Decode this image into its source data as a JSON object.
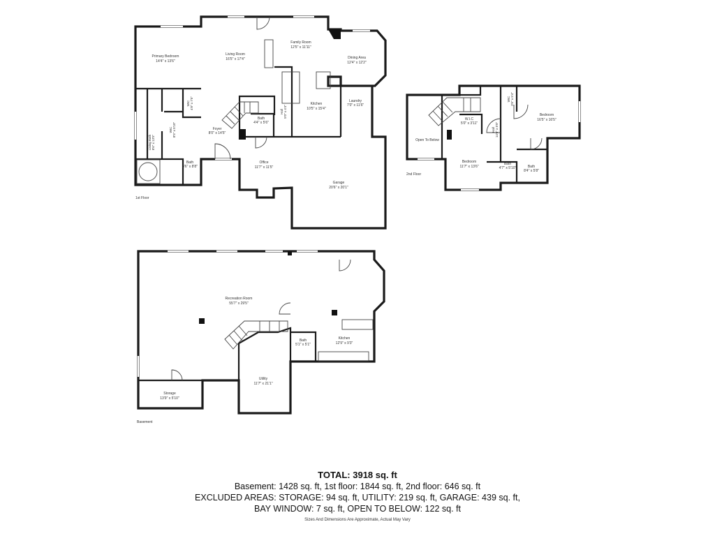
{
  "floors": {
    "first": {
      "label": "1st Floor",
      "rooms": {
        "primary_bedroom": {
          "name": "Primary Bedroom",
          "dims": "14'4\" x 13'6\""
        },
        "living_room": {
          "name": "Living Room",
          "dims": "16'5\" x 17'4\""
        },
        "family_room": {
          "name": "Family Room",
          "dims": "12'5\" x 11'11\""
        },
        "dining_area": {
          "name": "Dining Area",
          "dims": "12'4\" x 12'2\""
        },
        "kitchen": {
          "name": "Kitchen",
          "dims": "10'5\" x 15'4\""
        },
        "laundry": {
          "name": "Laundry",
          "dims": "7'0\" x 11'6\""
        },
        "foyer": {
          "name": "Foyer",
          "dims": "8'0\" x 14'5\""
        },
        "bath_half": {
          "name": "Bath",
          "dims": "4'4\" x 5'6\""
        },
        "office": {
          "name": "Office",
          "dims": "11'7\" x 11'5\""
        },
        "garage": {
          "name": "Garage",
          "dims": "20'6\" x 20'1\""
        },
        "bath_primary": {
          "name": "Bath",
          "dims": "3'6\" x 8'8\""
        },
        "wic_a": {
          "name": "WIC",
          "dims": "8'5\" x 5'10\""
        },
        "wic_b": {
          "name": "WIC",
          "dims": "4'8\" x 7'5\""
        },
        "living_bath": {
          "name": "Living Bath",
          "dims": "8'6\" x 13'5\""
        },
        "hall": {
          "name": "Hall",
          "dims": "5'0\" x 4'4\""
        }
      }
    },
    "second": {
      "label": "2nd Floor",
      "rooms": {
        "open_to_below": {
          "name": "Open To Below",
          "dims": ""
        },
        "bedroom_1": {
          "name": "Bedroom",
          "dims": "11'7\" x 13'6\""
        },
        "bedroom_2": {
          "name": "Bedroom",
          "dims": "16'5\" x 16'5\""
        },
        "wic": {
          "name": "W.I.C",
          "dims": "5'0\" x 3'11\""
        },
        "bath_1": {
          "name": "Bath",
          "dims": "4'7\" x 5'10\""
        },
        "bath_2": {
          "name": "Bath",
          "dims": "8'4\" x 5'8\""
        },
        "hall": {
          "name": "Hall",
          "dims": "14'6\" x 5'0\""
        },
        "wic_2": {
          "name": "WIC",
          "dims": "3'6\" x 5'4\""
        }
      }
    },
    "basement": {
      "label": "Basement",
      "rooms": {
        "recreation_room": {
          "name": "Recreation Room",
          "dims": "55'7\" x 29'5\""
        },
        "kitchen": {
          "name": "Kitchen",
          "dims": "12'9\" x 9'3\""
        },
        "bath": {
          "name": "Bath",
          "dims": "5'1\" x 5'1\""
        },
        "utility": {
          "name": "Utility",
          "dims": "11'7\" x 21'1\""
        },
        "storage": {
          "name": "Storage",
          "dims": "13'9\" x 5'10\""
        }
      }
    }
  },
  "totals": {
    "total": "TOTAL: 3918 sq. ft",
    "line1": "Basement: 1428 sq. ft, 1st floor: 1844 sq. ft, 2nd floor: 646 sq. ft",
    "line2": "EXCLUDED AREAS: STORAGE: 94 sq. ft, UTILITY: 219 sq. ft, GARAGE: 439 sq. ft,",
    "line3": "BAY WINDOW: 7 sq. ft, OPEN TO BELOW: 122 sq. ft"
  },
  "disclaimer": "Sizes And Dimensions Are Approximate, Actual May Vary"
}
